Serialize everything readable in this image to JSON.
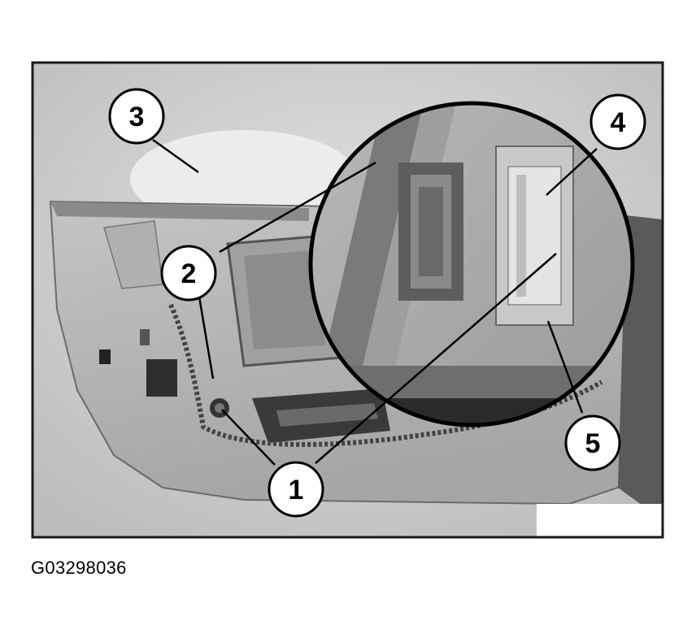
{
  "callouts": {
    "c1": "1",
    "c2": "2",
    "c3": "3",
    "c4": "4",
    "c5": "5"
  },
  "figure_code": "G03298036",
  "colors": {
    "background": "#d0d0d0",
    "panel": "#b6b6b6",
    "frame": "#1a1a1a"
  }
}
